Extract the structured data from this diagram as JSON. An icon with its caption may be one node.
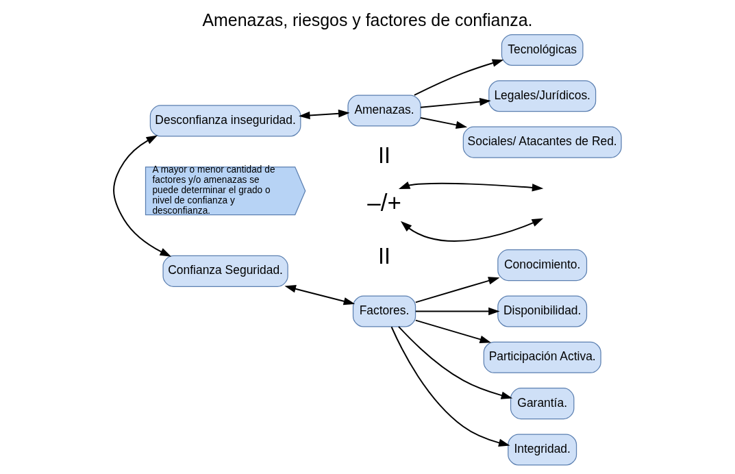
{
  "diagram": {
    "title": "Amenazas, riesgos y factores de confianza.",
    "nodes": [
      {
        "text": [
          "Desconfianza inseguridad."
        ]
      },
      {
        "text": [
          "Amenazas."
        ]
      },
      {
        "text": [
          "Tecnológicas"
        ]
      },
      {
        "text": [
          "Legales/Jurídicos."
        ]
      },
      {
        "text": [
          "Sociales/ Atacantes de Red."
        ]
      },
      {
        "text": [
          "A mayor o menor cantidad de factores y/o amenazas se puede determinar el grado o nivel de confianza y desconfianza."
        ]
      },
      {
        "text": [
          "–/+"
        ]
      },
      {
        "text": [
          "Confianza Seguridad."
        ]
      },
      {
        "text": [
          "Factores."
        ]
      },
      {
        "text": [
          "Conocimiento."
        ]
      },
      {
        "text": [
          "Disponibilidad."
        ]
      },
      {
        "text": [
          "Participación Activa."
        ]
      },
      {
        "text": [
          "Garantía."
        ]
      },
      {
        "text": [
          "Integridad."
        ]
      }
    ],
    "edges": [
      {
        "from": 0,
        "to": 1,
        "arrow": "both"
      },
      {
        "from": 1,
        "to": 2,
        "arrow": "to"
      },
      {
        "from": 1,
        "to": 3,
        "arrow": "to"
      },
      {
        "from": 1,
        "to": 4,
        "arrow": "to"
      },
      {
        "from": 0,
        "to": 7,
        "arrow": "both"
      },
      {
        "from": 6,
        "to": null,
        "arrow": "both"
      },
      {
        "from": 6,
        "to": null,
        "arrow": "both"
      },
      {
        "from": 7,
        "to": 8,
        "arrow": "both"
      },
      {
        "from": 8,
        "to": 9,
        "arrow": "to"
      },
      {
        "from": 8,
        "to": 10,
        "arrow": "to"
      },
      {
        "from": 8,
        "to": 11,
        "arrow": "to"
      },
      {
        "from": 8,
        "to": 12,
        "arrow": "to"
      },
      {
        "from": 8,
        "to": 13,
        "arrow": "to"
      }
    ],
    "labels": [
      "II",
      "II"
    ]
  }
}
